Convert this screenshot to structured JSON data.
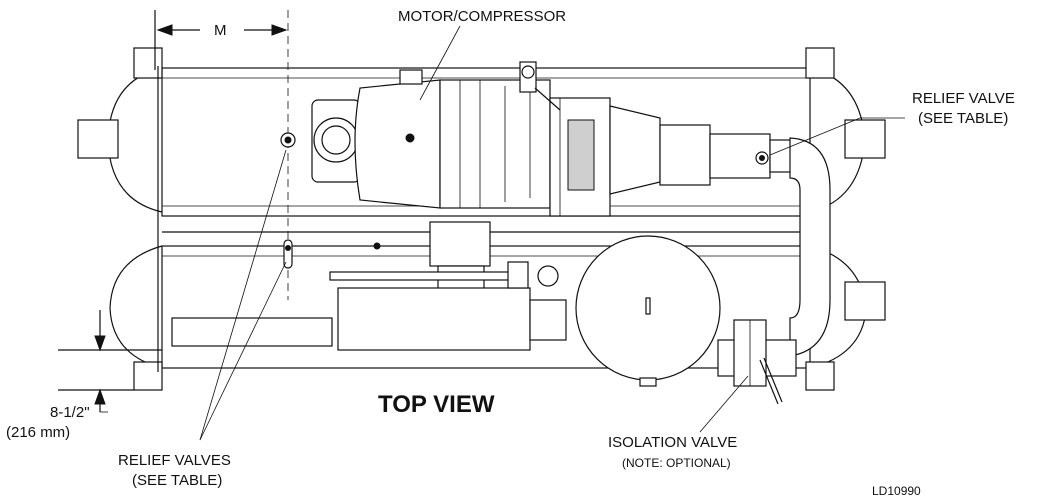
{
  "labels": {
    "dimension_m": "M",
    "motor_compressor": "MOTOR/COMPRESSOR",
    "relief_valve_top": "RELIEF VALVE",
    "see_table_top": "(SEE TABLE)",
    "dimension_in": "8-1/2\"",
    "dimension_mm": "(216 mm)",
    "relief_valves": "RELIEF VALVES",
    "see_table_bottom": "(SEE TABLE)",
    "top_view": "TOP VIEW",
    "isolation_valve": "ISOLATION VALVE",
    "note_optional": "(NOTE: OPTIONAL)",
    "drawing_id": "LD10990"
  }
}
